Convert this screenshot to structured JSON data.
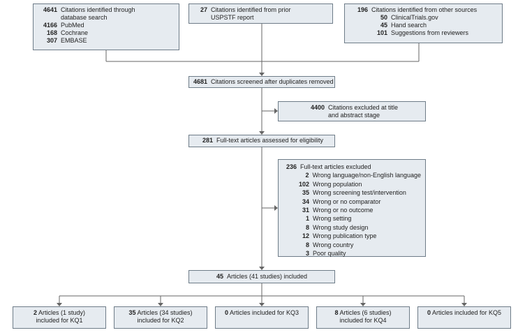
{
  "sources": {
    "database_search": {
      "count": "4641",
      "label_line1": "Citations identified through",
      "label_line2": "database search",
      "items": [
        {
          "count": "4166",
          "label": "PubMed"
        },
        {
          "count": "168",
          "label": "Cochrane"
        },
        {
          "count": "307",
          "label": "EMBASE"
        }
      ]
    },
    "prior_report": {
      "count": "27",
      "label_line1": "Citations identified from prior",
      "label_line2": "USPSTF report"
    },
    "other_sources": {
      "count": "196",
      "label": "Citations identified from other sources",
      "items": [
        {
          "count": "50",
          "label": "ClinicalTrials.gov"
        },
        {
          "count": "45",
          "label": "Hand search"
        },
        {
          "count": "101",
          "label": "Suggestions from reviewers"
        }
      ]
    }
  },
  "screened": {
    "count": "4681",
    "label": "Citations screened after duplicates removed"
  },
  "excluded_title": {
    "count": "4400",
    "label_line1": "Citations excluded at title",
    "label_line2": "and abstract stage"
  },
  "fulltext": {
    "count": "281",
    "label": "Full-text articles assessed for eligibility"
  },
  "excluded_fulltext": {
    "count": "236",
    "label": "Full-text articles excluded",
    "reasons": [
      {
        "count": "2",
        "label": "Wrong language/non-English language"
      },
      {
        "count": "102",
        "label": "Wrong population"
      },
      {
        "count": "35",
        "label": "Wrong screening test/intervention"
      },
      {
        "count": "34",
        "label": "Wrong or no comparator"
      },
      {
        "count": "31",
        "label": "Wrong or no outcome"
      },
      {
        "count": "1",
        "label": "Wrong setting"
      },
      {
        "count": "8",
        "label": "Wrong study design"
      },
      {
        "count": "12",
        "label": "Wrong publication type"
      },
      {
        "count": "8",
        "label": "Wrong country"
      },
      {
        "count": "3",
        "label": "Poor quality"
      }
    ]
  },
  "included": {
    "count": "45",
    "label": "Articles (41 studies) included"
  },
  "key_questions": [
    {
      "count": "2",
      "line1": "Articles (1 study)",
      "line2": "included for KQ1"
    },
    {
      "count": "35",
      "line1": "Articles (34 studies)",
      "line2": "included for KQ2"
    },
    {
      "count": "0",
      "line1": "Articles included for KQ3",
      "line2": ""
    },
    {
      "count": "8",
      "line1": "Articles (6 studies)",
      "line2": "included for KQ4"
    },
    {
      "count": "0",
      "line1": "Articles included for KQ5",
      "line2": ""
    }
  ],
  "colors": {
    "box_fill": "#e6ebf0",
    "box_border": "#6e7c88",
    "line": "#666666"
  }
}
